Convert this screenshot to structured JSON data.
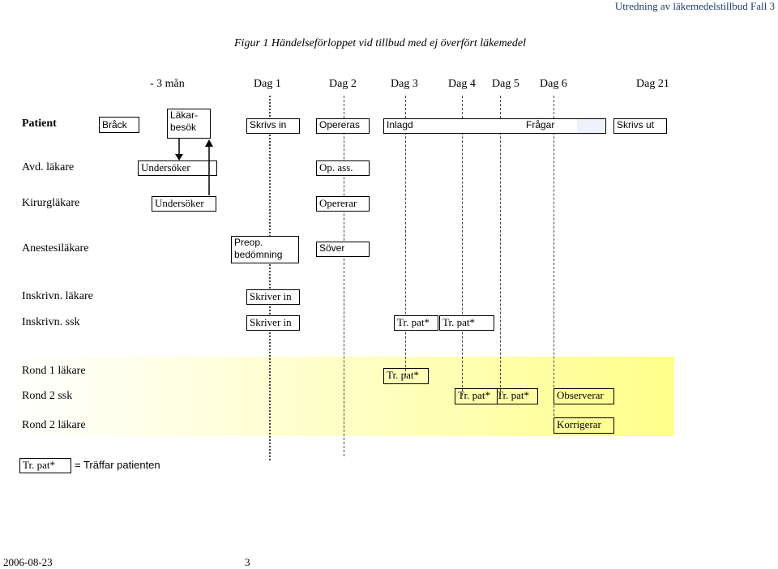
{
  "header": {
    "text": "Utredning av läkemedelstillbud   Fall 3"
  },
  "figure_title": "Figur 1 Händelseförloppet vid tillbud med ej överfört läkemedel",
  "days": [
    "- 3 mån",
    "Dag 1",
    "Dag 2",
    "Dag 3",
    "Dag 4",
    "Dag 5",
    "Dag 6",
    "Dag 21"
  ],
  "rows": {
    "patient": "Patient",
    "avd_lakare": "Avd. läkare",
    "kirurglakare": "Kirurgläkare",
    "anestesilakare": "Anestesiläkare",
    "inskrivn_lakare": "Inskrivn. läkare",
    "inskrivn_ssk": "Inskrivn. ssk",
    "rond1_lakare": "Rond 1 läkare",
    "rond2_ssk": "Rond 2 ssk",
    "rond2_lakare": "Rond 2 läkare"
  },
  "boxes": {
    "brack": "Bråck",
    "lakarbesok_1": "Läkar-",
    "lakarbesok_2": "besök",
    "skrivs_in": "Skrivs in",
    "opereras": "Opereras",
    "inlagd": "Inlagd",
    "fragar": "Frågar",
    "skrivs_ut": "Skrivs ut",
    "avd_undersoker": "Undersöker",
    "op_ass": "Op. ass.",
    "kir_undersoker": "Undersöker",
    "opererar": "Opererar",
    "preop_1": "Preop.",
    "preop_2": "bedömning",
    "sover": "Söver",
    "skriver_in_lak": "Skriver in",
    "skriver_in_ssk": "Skriver in",
    "trpat_ssk_1": "Tr. pat*",
    "trpat_ssk_2": "Tr. pat*",
    "trpat_rond1": "Tr. pat*",
    "trpat_rond2_1": "Tr. pat*",
    "trpat_rond2_2": "Tr. pat*",
    "observerar": "Observerar",
    "korrigerar": "Korrigerar"
  },
  "legend": {
    "symbol": "Tr. pat*",
    "text": "= Träffar patienten"
  },
  "footer": {
    "date": "2006-08-23",
    "page": "3"
  }
}
